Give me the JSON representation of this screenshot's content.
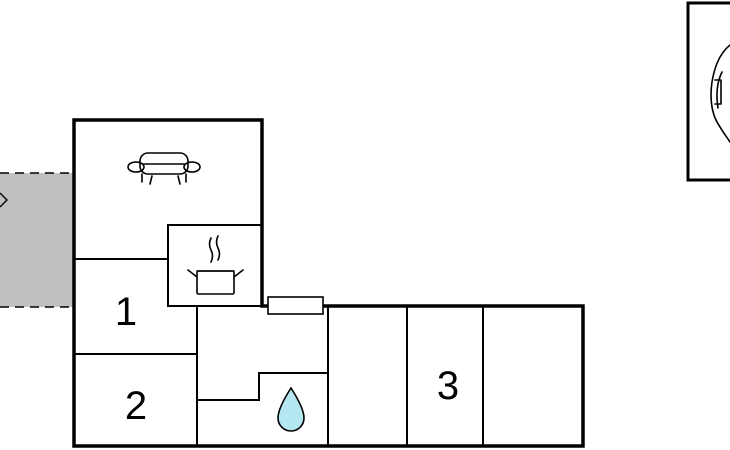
{
  "floorplan": {
    "rooms": [
      {
        "id": "living-room",
        "icon": "sofa-icon",
        "label": ""
      },
      {
        "id": "kitchen",
        "icon": "cooking-pot-icon",
        "label": ""
      },
      {
        "id": "bedroom-1",
        "label": "1"
      },
      {
        "id": "bedroom-2",
        "label": "2"
      },
      {
        "id": "bathroom",
        "icon": "water-drop-icon",
        "label": ""
      },
      {
        "id": "room-3",
        "label": "3"
      }
    ],
    "terrace": {
      "icon": "terrace-area",
      "fill": "#c0c0c0"
    },
    "parking": {
      "icon": "car-icon"
    },
    "colors": {
      "walls": "#000000",
      "water": "#b5e7f0",
      "terrace": "#c0c0c0",
      "background": "#ffffff"
    }
  }
}
